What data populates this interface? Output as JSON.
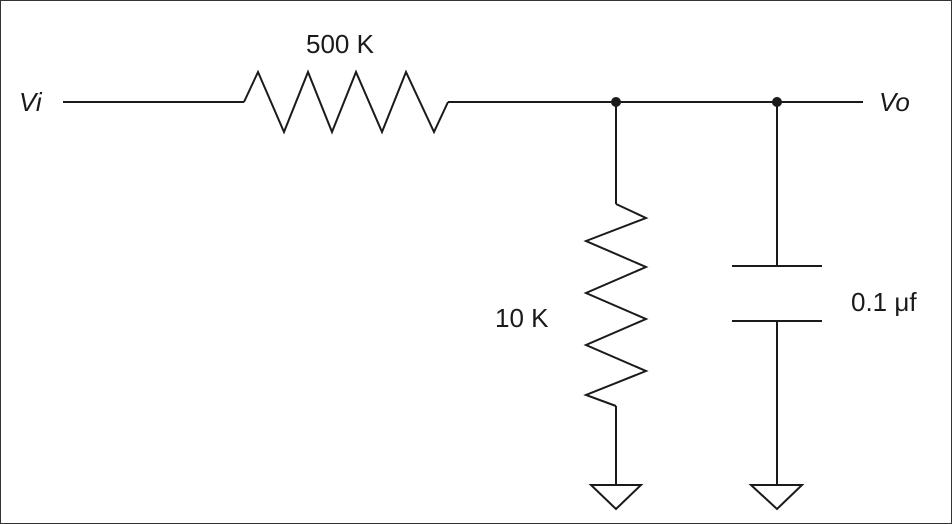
{
  "labels": {
    "input": "Vi",
    "output": "Vo",
    "series_resistor": "500 K",
    "shunt_resistor": "10 K",
    "capacitor": "0.1 μf"
  },
  "colors": {
    "line": "#1a1a1a",
    "background": "#ffffff"
  }
}
